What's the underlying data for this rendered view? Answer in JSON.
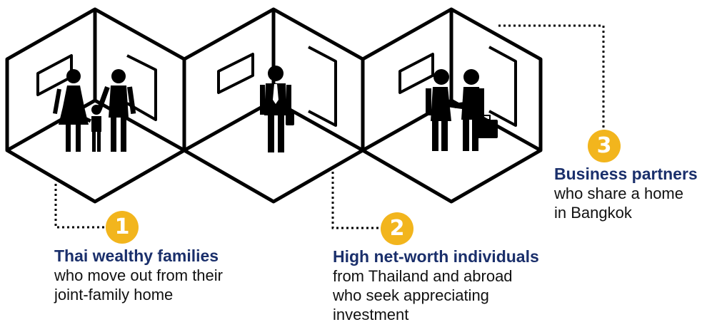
{
  "colors": {
    "accent": "#f2b51d",
    "title": "#1a2f6b",
    "line": "#000000"
  },
  "segments": [
    {
      "number": "1",
      "title": "Thai wealthy families",
      "description": "who move out from their\njoint-family home"
    },
    {
      "number": "2",
      "title": "High net-worth individuals",
      "description": "from Thailand and abroad\nwho seek appreciating\ninvestment"
    },
    {
      "number": "3",
      "title": "Business partners",
      "description": "who share a home\nin Bangkok"
    }
  ],
  "rooms": [
    {
      "scene": "family-icon"
    },
    {
      "scene": "businessman-icon"
    },
    {
      "scene": "handshake-icon"
    }
  ]
}
